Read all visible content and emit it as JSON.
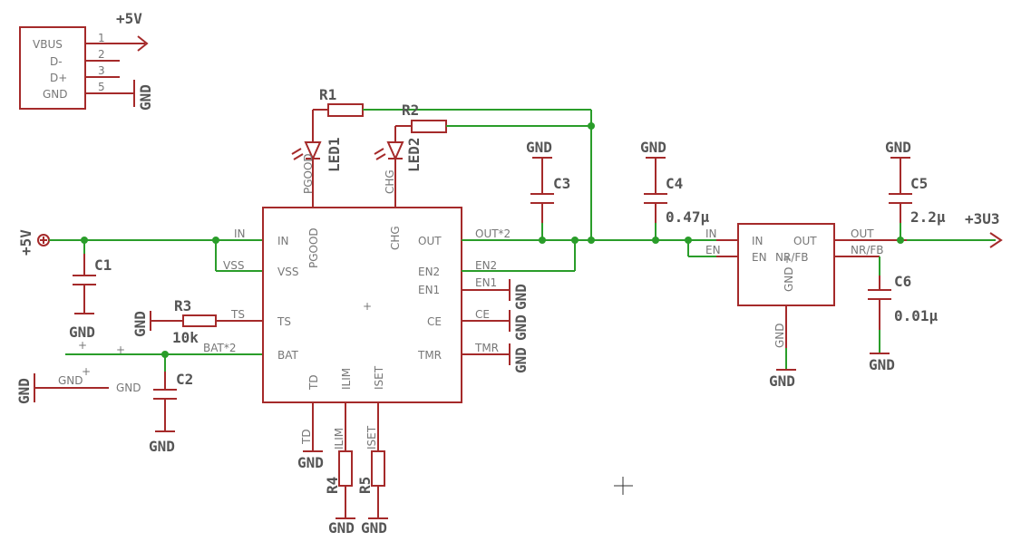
{
  "usb": {
    "pins": [
      "VBUS",
      "D-",
      "D+",
      "GND"
    ],
    "numbers": [
      "1",
      "2",
      "3",
      "5"
    ]
  },
  "supplies": {
    "p5v_top": "+5V",
    "p5v_in": "+5V",
    "p3v3": "+3U3"
  },
  "gnd": "GND",
  "resistors": {
    "r1": "R1",
    "r2": "R2",
    "r3": "R3",
    "r3_value": "10k",
    "r4": "R4",
    "r5": "R5"
  },
  "leds": {
    "led1": "LED1",
    "led2": "LED2"
  },
  "caps": {
    "c1": "C1",
    "c2": "C2",
    "c3": "C3",
    "c4": "C4",
    "c4_value": "0.47μ",
    "c5": "C5",
    "c5_value": "2.2μ",
    "c6": "C6",
    "c6_value": "0.01μ"
  },
  "charger": {
    "left_pins": [
      "IN",
      "VSS",
      "TS",
      "BAT"
    ],
    "right_pins": [
      "OUT",
      "EN2",
      "EN1",
      "CE",
      "TMR"
    ],
    "top_pins": [
      "PGOOD",
      "CHG"
    ],
    "bottom_pins": [
      "TD",
      "ILIM",
      "ISET"
    ]
  },
  "nets": {
    "in": "IN",
    "vss": "VSS",
    "ts": "TS",
    "bat": "BAT*2",
    "out": "OUT*2",
    "en2": "EN2",
    "en1": "EN1",
    "ce": "CE",
    "tmr": "TMR",
    "pgood": "PGOOD",
    "chg": "CHG",
    "td": "TD",
    "ilim": "ILIM",
    "iset": "ISET",
    "reg_in": "IN",
    "reg_en": "EN",
    "reg_out": "OUT",
    "reg_nrfb": "NR/FB"
  },
  "regulator": {
    "pins": [
      "IN",
      "OUT",
      "EN",
      "NR/FB",
      "GND"
    ]
  },
  "battery": {
    "plus": "+",
    "minus_label": "GND"
  }
}
